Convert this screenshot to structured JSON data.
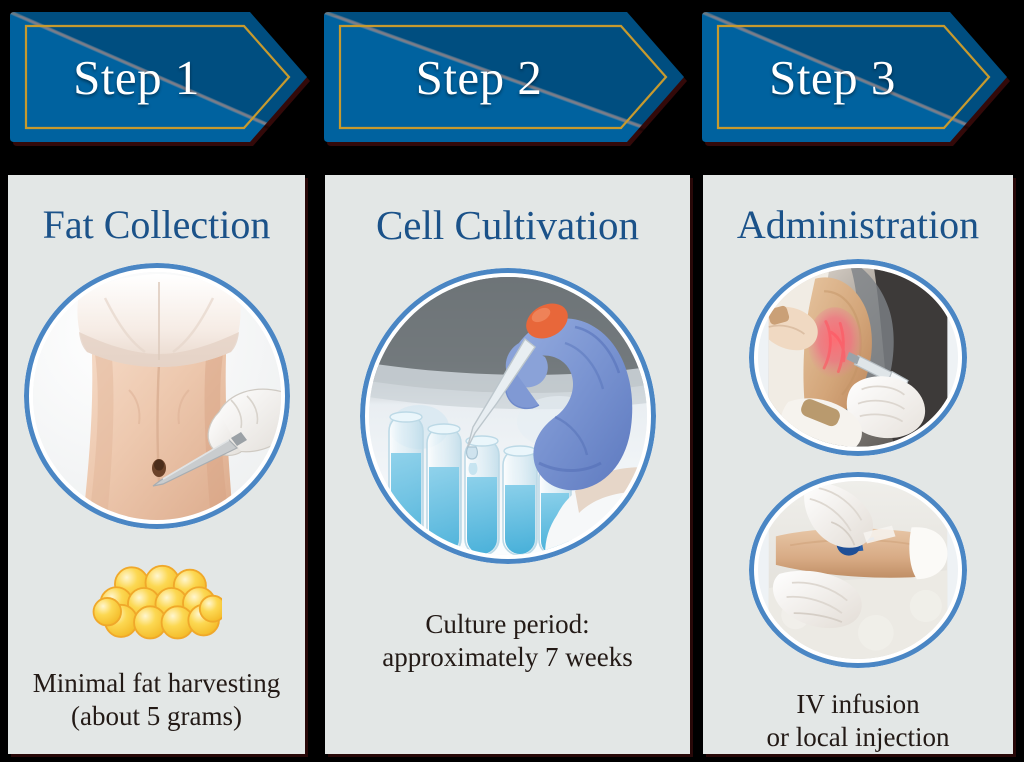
{
  "meta": {
    "title": "Adipose-Derived Stem Cell Therapy Process",
    "background_color": "#000000"
  },
  "palette": {
    "banner_blue_light": "#00629f",
    "banner_blue_dark": "#004e80",
    "banner_border_gold": "#c79a2e",
    "card_background": "#e3e7e6",
    "title_blue": "#1b5289",
    "photo_ring_blue": "#4a86c4",
    "caption_text": "#231a16",
    "fat_cell_fill": "#fcd34a",
    "fat_cell_stroke": "#f0a82a"
  },
  "steps": [
    {
      "banner_label": "Step 1",
      "title": "Fat Collection",
      "photo_alt": "abdomen-liposuction-photo",
      "icon": "fat-cell-cluster-icon",
      "caption": "Minimal fat harvesting\n(about 5 grams)"
    },
    {
      "banner_label": "Step 2",
      "title": "Cell Cultivation",
      "photo_alt": "laboratory-pipette-test-tubes-photo",
      "caption": "Culture period:\napproximately 7 weeks"
    },
    {
      "banner_label": "Step 3",
      "title": "Administration",
      "photo_alt_primary": "knee-local-injection-photo",
      "photo_alt_secondary": "iv-infusion-arm-photo",
      "caption": "IV infusion\nor local injection"
    }
  ]
}
